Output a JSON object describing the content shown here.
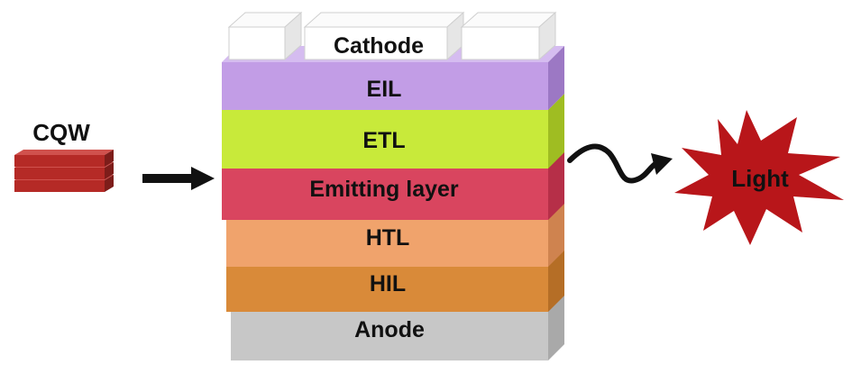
{
  "source": {
    "label": "CQW",
    "color": "#b52a26"
  },
  "stack": {
    "layers": [
      {
        "id": "anode",
        "label": "Anode",
        "color": "#c7c7c7"
      },
      {
        "id": "hil",
        "label": "HIL",
        "color": "#d98a39"
      },
      {
        "id": "htl",
        "label": "HTL",
        "color": "#f0a36c"
      },
      {
        "id": "emitting",
        "label": "Emitting layer",
        "color": "#d9455f"
      },
      {
        "id": "etl",
        "label": "ETL",
        "color": "#c8ea3a"
      },
      {
        "id": "eil",
        "label": "EIL",
        "color": "#c29de6"
      },
      {
        "id": "cathode",
        "label": "Cathode",
        "color": "#ffffff"
      }
    ]
  },
  "output": {
    "label": "Light",
    "color": "#b8161a"
  }
}
